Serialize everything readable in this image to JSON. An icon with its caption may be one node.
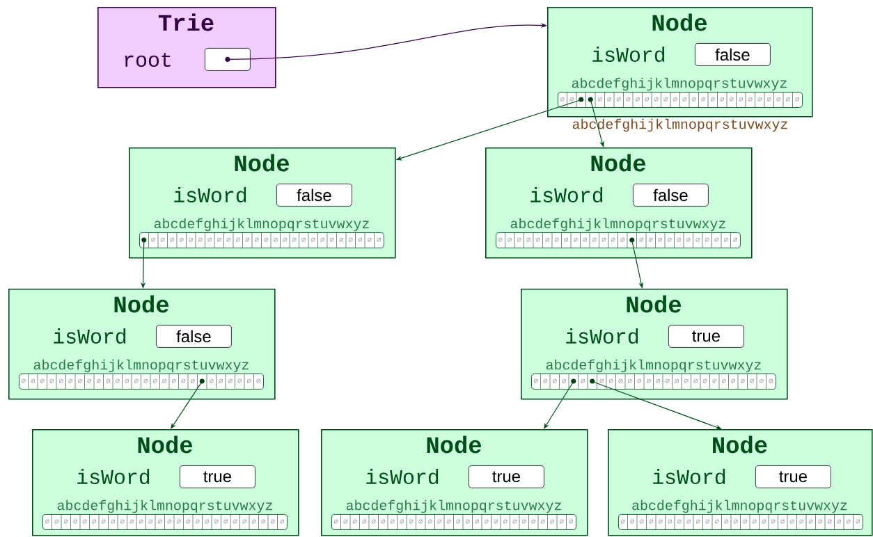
{
  "diagram": {
    "nodes": [
      {
        "text": [
          "Trie",
          "root"
        ]
      },
      {
        "text": [],
        "shape": "box",
        "in": 0
      },
      {
        "text": [
          "Node",
          "isWord",
          "abcdefghijklmnopqrstuvwxyz"
        ]
      },
      {
        "text": [
          "false"
        ],
        "in": 2
      },
      {
        "text": [
          "∅",
          "∅",
          "∅",
          "∅",
          "∅",
          "∅",
          "∅",
          "∅",
          "∅",
          "∅",
          "∅",
          "∅",
          "∅",
          "∅",
          "∅",
          "∅",
          "∅",
          "∅",
          "∅",
          "∅",
          "∅",
          "∅",
          "∅",
          "∅"
        ],
        "in": 2
      },
      {
        "text": [
          "Node",
          "isWord",
          "abcdefghijklmnopqrstuvwxyz"
        ]
      },
      {
        "text": [
          "false"
        ],
        "in": 5
      },
      {
        "text": [
          "∅",
          "∅",
          "∅",
          "∅",
          "∅",
          "∅",
          "∅",
          "∅",
          "∅",
          "∅",
          "∅",
          "∅",
          "∅",
          "∅",
          "∅",
          "∅",
          "∅",
          "∅",
          "∅",
          "∅",
          "∅",
          "∅",
          "∅",
          "∅",
          "∅"
        ],
        "in": 5
      },
      {
        "text": [
          "Node",
          "isWord",
          "abcdefghijklmnopqrstuvwxyz"
        ]
      },
      {
        "text": [
          "false"
        ],
        "in": 8
      },
      {
        "text": [
          "∅",
          "∅",
          "∅",
          "∅",
          "∅",
          "∅",
          "∅",
          "∅",
          "∅",
          "∅",
          "∅",
          "∅",
          "∅",
          "∅",
          "∅",
          "∅",
          "∅",
          "∅",
          "∅",
          "∅",
          "∅",
          "∅",
          "∅",
          "∅",
          "∅"
        ],
        "in": 8
      },
      {
        "text": [
          "Node",
          "isWord",
          "abcdefghijklmnopqrstuvwxyz"
        ]
      },
      {
        "text": [
          "false"
        ],
        "in": 11
      },
      {
        "text": [
          "∅",
          "∅",
          "∅",
          "∅",
          "∅",
          "∅",
          "∅",
          "∅",
          "∅",
          "∅",
          "∅",
          "∅",
          "∅",
          "∅",
          "∅",
          "∅",
          "∅",
          "∅",
          "∅",
          "∅",
          "∅",
          "∅",
          "∅",
          "∅",
          "∅"
        ],
        "in": 11
      },
      {
        "text": [
          "Node",
          "isWord",
          "abcdefghijklmnopqrstuvwxyz"
        ]
      },
      {
        "text": [
          "true"
        ],
        "in": 14
      },
      {
        "text": [
          "∅",
          "∅",
          "∅",
          "∅",
          "∅",
          "∅",
          "∅",
          "∅",
          "∅",
          "∅",
          "∅",
          "∅",
          "∅",
          "∅",
          "∅",
          "∅",
          "∅",
          "∅",
          "∅",
          "∅",
          "∅",
          "∅",
          "∅",
          "∅"
        ],
        "in": 14
      },
      {
        "text": [
          "Node",
          "isWord",
          "abcdefghijklmnopqrstuvwxyz"
        ]
      },
      {
        "text": [
          "true"
        ],
        "in": 17
      },
      {
        "text": [
          "∅",
          "∅",
          "∅",
          "∅",
          "∅",
          "∅",
          "∅",
          "∅",
          "∅",
          "∅",
          "∅",
          "∅",
          "∅",
          "∅",
          "∅",
          "∅",
          "∅",
          "∅",
          "∅",
          "∅",
          "∅",
          "∅",
          "∅",
          "∅",
          "∅",
          "∅"
        ],
        "in": 17
      },
      {
        "text": [
          "Node",
          "isWord",
          "abcdefghijklmnopqrstuvwxyz"
        ]
      },
      {
        "text": [
          "true"
        ],
        "in": 20
      },
      {
        "text": [
          "∅",
          "∅",
          "∅",
          "∅",
          "∅",
          "∅",
          "∅",
          "∅",
          "∅",
          "∅",
          "∅",
          "∅",
          "∅",
          "∅",
          "∅",
          "∅",
          "∅",
          "∅",
          "∅",
          "∅",
          "∅",
          "∅",
          "∅",
          "∅",
          "∅",
          "∅"
        ],
        "in": 20
      },
      {
        "text": [
          "Node",
          "isWord",
          "abcdefghijklmnopqrstuvwxyz"
        ]
      },
      {
        "text": [
          "true"
        ],
        "in": 23
      },
      {
        "text": [
          "∅",
          "∅",
          "∅",
          "∅",
          "∅",
          "∅",
          "∅",
          "∅",
          "∅",
          "∅",
          "∅",
          "∅",
          "∅",
          "∅",
          "∅",
          "∅",
          "∅",
          "∅",
          "∅",
          "∅",
          "∅",
          "∅",
          "∅",
          "∅",
          "∅",
          "∅"
        ],
        "in": 23
      }
    ],
    "edges": [
      {
        "from": 1,
        "to": 2,
        "arrow": "to",
        "color": "#330044"
      },
      {
        "from": 4,
        "to": 5,
        "arrow": "to"
      },
      {
        "from": 4,
        "to": 8,
        "arrow": "to"
      },
      {
        "from": 7,
        "to": 11,
        "arrow": "to"
      },
      {
        "from": 10,
        "to": 14,
        "arrow": "to"
      },
      {
        "from": 13,
        "to": 17,
        "arrow": "to"
      },
      {
        "from": 16,
        "to": 20,
        "arrow": "to"
      },
      {
        "from": 16,
        "to": 23,
        "arrow": "to"
      }
    ],
    "labels": [
      "abcdefghijklmnopqrstuvwxyz"
    ]
  }
}
